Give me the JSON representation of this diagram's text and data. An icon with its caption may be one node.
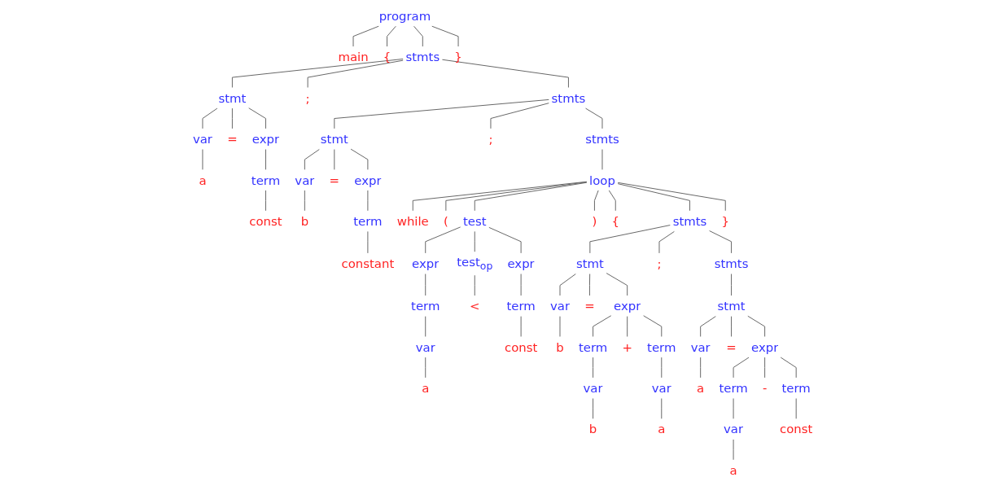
{
  "diagram": {
    "nodes": [
      {
        "text": [
          "program"
        ]
      },
      {
        "text": [
          "main"
        ]
      },
      {
        "text": [
          "{"
        ]
      },
      {
        "text": [
          "stmts"
        ]
      },
      {
        "text": [
          "}"
        ]
      },
      {
        "text": [
          "stmt"
        ]
      },
      {
        "text": [
          ";"
        ]
      },
      {
        "text": [
          "stmts"
        ]
      },
      {
        "text": [
          "var"
        ]
      },
      {
        "text": [
          "="
        ]
      },
      {
        "text": [
          "expr"
        ]
      },
      {
        "text": [
          "stmt"
        ]
      },
      {
        "text": [
          ";"
        ]
      },
      {
        "text": [
          "stmts"
        ]
      },
      {
        "text": [
          "a"
        ]
      },
      {
        "text": [
          "term"
        ]
      },
      {
        "text": [
          "var"
        ]
      },
      {
        "text": [
          "="
        ]
      },
      {
        "text": [
          "expr"
        ]
      },
      {
        "text": [
          "loop"
        ]
      },
      {
        "text": [
          "const"
        ]
      },
      {
        "text": [
          "b"
        ]
      },
      {
        "text": [
          "term"
        ]
      },
      {
        "text": [
          "while"
        ]
      },
      {
        "text": [
          "("
        ]
      },
      {
        "text": [
          "test"
        ]
      },
      {
        "text": [
          ")"
        ]
      },
      {
        "text": [
          "{"
        ]
      },
      {
        "text": [
          "stmts"
        ]
      },
      {
        "text": [
          "}"
        ]
      },
      {
        "text": [
          "constant"
        ]
      },
      {
        "text": [
          "expr"
        ]
      },
      {
        "text": [
          "test$_{op}$"
        ]
      },
      {
        "text": [
          "expr"
        ]
      },
      {
        "text": [
          "stmt"
        ]
      },
      {
        "text": [
          ";"
        ]
      },
      {
        "text": [
          "stmts"
        ]
      },
      {
        "text": [
          "term"
        ]
      },
      {
        "text": [
          "<"
        ]
      },
      {
        "text": [
          "term"
        ]
      },
      {
        "text": [
          "var"
        ]
      },
      {
        "text": [
          "="
        ]
      },
      {
        "text": [
          "expr"
        ]
      },
      {
        "text": [
          "stmt"
        ]
      },
      {
        "text": [
          "var"
        ]
      },
      {
        "text": [
          "const"
        ]
      },
      {
        "text": [
          "b"
        ]
      },
      {
        "text": [
          "term"
        ]
      },
      {
        "text": [
          "+"
        ]
      },
      {
        "text": [
          "term"
        ]
      },
      {
        "text": [
          "var"
        ]
      },
      {
        "text": [
          "="
        ]
      },
      {
        "text": [
          "expr"
        ]
      },
      {
        "text": [
          "a"
        ]
      },
      {
        "text": [
          "var"
        ]
      },
      {
        "text": [
          "var"
        ]
      },
      {
        "text": [
          "a"
        ]
      },
      {
        "text": [
          "term"
        ]
      },
      {
        "text": [
          "-"
        ]
      },
      {
        "text": [
          "term"
        ]
      },
      {
        "text": [
          "b"
        ]
      },
      {
        "text": [
          "a"
        ]
      },
      {
        "text": [
          "var"
        ]
      },
      {
        "text": [
          "const"
        ]
      },
      {
        "text": [
          "a"
        ]
      }
    ],
    "edges": [
      {
        "from": 0,
        "to": 1,
        "arrow": "none"
      },
      {
        "from": 0,
        "to": 2,
        "arrow": "none"
      },
      {
        "from": 0,
        "to": 3,
        "arrow": "none"
      },
      {
        "from": 0,
        "to": 4,
        "arrow": "none"
      },
      {
        "from": 3,
        "to": 5,
        "arrow": "none"
      },
      {
        "from": 3,
        "to": 6,
        "arrow": "none"
      },
      {
        "from": 3,
        "to": 7,
        "arrow": "none"
      },
      {
        "from": 5,
        "to": 8,
        "arrow": "none"
      },
      {
        "from": 5,
        "to": 9,
        "arrow": "none"
      },
      {
        "from": 5,
        "to": 10,
        "arrow": "none"
      },
      {
        "from": 8,
        "to": 14,
        "arrow": "none"
      },
      {
        "from": 10,
        "to": 15,
        "arrow": "none"
      },
      {
        "from": 15,
        "to": 20,
        "arrow": "none"
      },
      {
        "from": 7,
        "to": 11,
        "arrow": "none"
      },
      {
        "from": 7,
        "to": 12,
        "arrow": "none"
      },
      {
        "from": 7,
        "to": 13,
        "arrow": "none"
      },
      {
        "from": 11,
        "to": 16,
        "arrow": "none"
      },
      {
        "from": 11,
        "to": 17,
        "arrow": "none"
      },
      {
        "from": 11,
        "to": 18,
        "arrow": "none"
      },
      {
        "from": 16,
        "to": 21,
        "arrow": "none"
      },
      {
        "from": 18,
        "to": 22,
        "arrow": "none"
      },
      {
        "from": 22,
        "to": 30,
        "arrow": "none"
      },
      {
        "from": 13,
        "to": 19,
        "arrow": "none"
      },
      {
        "from": 19,
        "to": 23,
        "arrow": "none"
      },
      {
        "from": 19,
        "to": 24,
        "arrow": "none"
      },
      {
        "from": 19,
        "to": 25,
        "arrow": "none"
      },
      {
        "from": 19,
        "to": 26,
        "arrow": "none"
      },
      {
        "from": 19,
        "to": 27,
        "arrow": "none"
      },
      {
        "from": 19,
        "to": 28,
        "arrow": "none"
      },
      {
        "from": 19,
        "to": 29,
        "arrow": "none"
      },
      {
        "from": 25,
        "to": 31,
        "arrow": "none"
      },
      {
        "from": 25,
        "to": 32,
        "arrow": "none"
      },
      {
        "from": 25,
        "to": 33,
        "arrow": "none"
      },
      {
        "from": 31,
        "to": 37,
        "arrow": "none"
      },
      {
        "from": 37,
        "to": 44,
        "arrow": "none"
      },
      {
        "from": 44,
        "to": 53,
        "arrow": "none"
      },
      {
        "from": 32,
        "to": 38,
        "arrow": "none"
      },
      {
        "from": 33,
        "to": 39,
        "arrow": "none"
      },
      {
        "from": 39,
        "to": 45,
        "arrow": "none"
      },
      {
        "from": 28,
        "to": 34,
        "arrow": "none"
      },
      {
        "from": 28,
        "to": 35,
        "arrow": "none"
      },
      {
        "from": 28,
        "to": 36,
        "arrow": "none"
      },
      {
        "from": 34,
        "to": 40,
        "arrow": "none"
      },
      {
        "from": 34,
        "to": 41,
        "arrow": "none"
      },
      {
        "from": 34,
        "to": 42,
        "arrow": "none"
      },
      {
        "from": 40,
        "to": 46,
        "arrow": "none"
      },
      {
        "from": 42,
        "to": 47,
        "arrow": "none"
      },
      {
        "from": 42,
        "to": 48,
        "arrow": "none"
      },
      {
        "from": 42,
        "to": 49,
        "arrow": "none"
      },
      {
        "from": 47,
        "to": 54,
        "arrow": "none"
      },
      {
        "from": 54,
        "to": 60,
        "arrow": "none"
      },
      {
        "from": 49,
        "to": 55,
        "arrow": "none"
      },
      {
        "from": 55,
        "to": 61,
        "arrow": "none"
      },
      {
        "from": 36,
        "to": 43,
        "arrow": "none"
      },
      {
        "from": 43,
        "to": 50,
        "arrow": "none"
      },
      {
        "from": 43,
        "to": 51,
        "arrow": "none"
      },
      {
        "from": 43,
        "to": 52,
        "arrow": "none"
      },
      {
        "from": 50,
        "to": 56,
        "arrow": "none"
      },
      {
        "from": 52,
        "to": 57,
        "arrow": "none"
      },
      {
        "from": 52,
        "to": 58,
        "arrow": "none"
      },
      {
        "from": 52,
        "to": 59,
        "arrow": "none"
      },
      {
        "from": 57,
        "to": 62,
        "arrow": "none"
      },
      {
        "from": 62,
        "to": 64,
        "arrow": "none"
      },
      {
        "from": 59,
        "to": 63,
        "arrow": "none"
      }
    ]
  }
}
